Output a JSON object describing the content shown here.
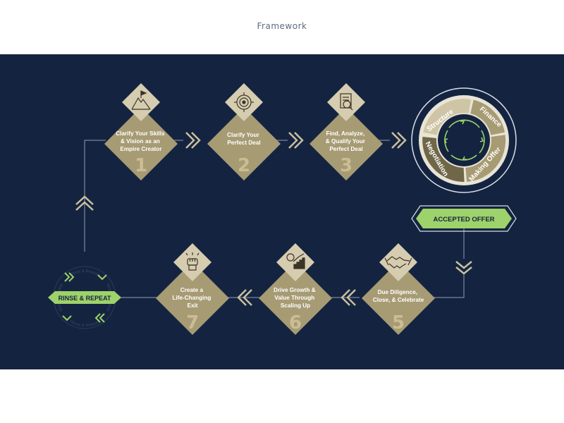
{
  "page_title": "Framework",
  "colors": {
    "panel": "#142440",
    "diamond": "#a79b74",
    "icon_diamond": "#d6ccb0",
    "green": "#9ed26a",
    "line": "#8f9bb0",
    "ring_dark": "#6f6748",
    "ring_light": "#cfc5a6"
  },
  "steps": [
    {
      "label_lines": [
        "Clarify Your Skills",
        "& Vision as an",
        "Empire Creator"
      ],
      "number": "1",
      "icon": "mountain-flag-icon"
    },
    {
      "label_lines": [
        "Clarify Your",
        "Perfect Deal"
      ],
      "number": "2",
      "icon": "target-icon"
    },
    {
      "label_lines": [
        "Find, Analyze,",
        "& Qualify Your",
        "Perfect Deal"
      ],
      "number": "3",
      "icon": "document-analysis-icon"
    },
    {
      "label_lines": [
        "Due Diligence,",
        "Close, & Celebrate"
      ],
      "number": "5",
      "icon": "handshake-icon"
    },
    {
      "label_lines": [
        "Drive Growth &",
        "Value Through",
        "Scaling Up"
      ],
      "number": "6",
      "icon": "growth-chart-icon"
    },
    {
      "label_lines": [
        "Create a",
        "Life-Changing",
        "Exit"
      ],
      "number": "7",
      "icon": "raised-fist-icon"
    }
  ],
  "cycle": {
    "segments": [
      "Structure",
      "Finance",
      "Making Offer",
      "Negotiation"
    ]
  },
  "accepted_offer": "ACCEPTED OFFER",
  "rinse": {
    "label": "RINSE & REPEAT",
    "ring_text": "Rinse & Repeat"
  }
}
